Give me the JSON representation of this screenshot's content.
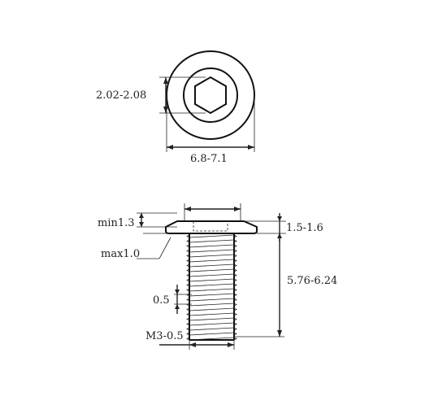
{
  "top_view": {
    "hex_width_label": "2.02-2.08",
    "head_diameter_label": "6.8-7.1"
  },
  "side_view": {
    "min_label": "min1.3",
    "max_label": "max1.0",
    "head_height_label": "1.5-1.6",
    "length_label": "5.76-6.24",
    "pitch_label": "0.5",
    "thread_label": "M3-0.5"
  },
  "colors": {
    "line": "#222222",
    "background": "#ffffff"
  }
}
